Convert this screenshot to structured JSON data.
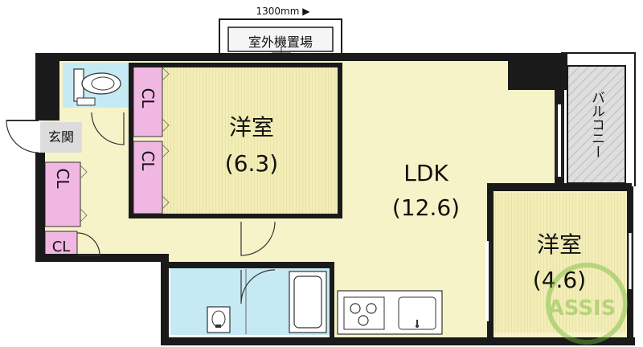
{
  "dimension": {
    "label": "1300mm ▶"
  },
  "outdoor_unit": {
    "label": "室外機置場"
  },
  "balcony": {
    "label": "バルコニー"
  },
  "entrance": {
    "label": "玄関"
  },
  "closets": {
    "label": "CL"
  },
  "rooms": {
    "western_large": {
      "name": "洋室",
      "size": "(6.3)"
    },
    "ldk": {
      "name": "LDK",
      "size": "(12.6)"
    },
    "western_small": {
      "name": "洋室",
      "size": "(4.6)"
    }
  },
  "watermark": {
    "text": "ASSIS"
  },
  "colors": {
    "wall": "#1a1a1a",
    "floor_wood": "#f7f3c8",
    "room_beige": "#f3edb8",
    "wet_area": "#c6eaf3",
    "closet": "#f0b7e3",
    "grey": "#d8d8d8",
    "watermark_green": "#6fbb3a"
  }
}
